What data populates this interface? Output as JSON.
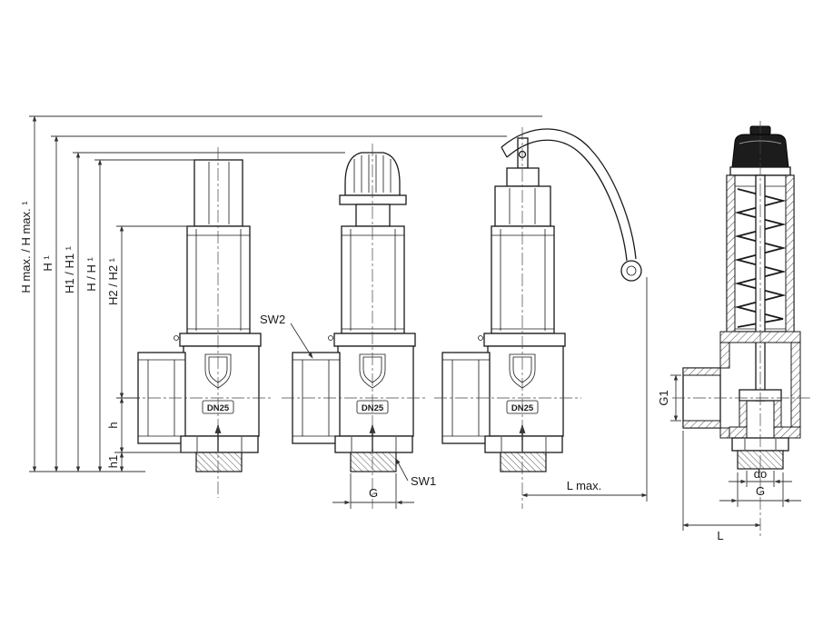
{
  "labels": {
    "dim_h_max": "H max. / H max. ¹",
    "dim_h_sup": "H ¹",
    "dim_h1_pair": "H1 / H1 ¹",
    "dim_h_pair": "H / H ¹",
    "dim_h2_pair": "H2 / H2 ¹",
    "dim_h": "h",
    "dim_h1": "h1",
    "sw2": "SW2",
    "sw1": "SW1",
    "dim_g": "G",
    "dim_l_max": "L max.",
    "dn_size": "DN25",
    "dim_g1": "G1",
    "dim_do": "do",
    "dim_g_section": "G",
    "dim_l": "L"
  }
}
